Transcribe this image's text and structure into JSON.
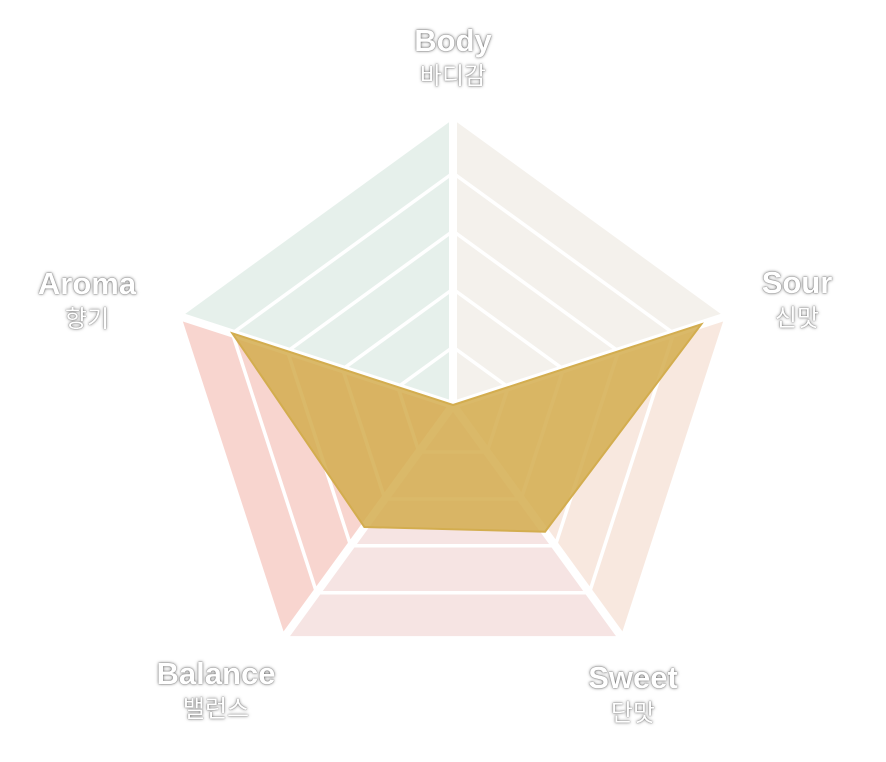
{
  "chart_data": {
    "type": "radar",
    "title": "",
    "axes": [
      {
        "key": "body",
        "label": "Body",
        "label_ko": "바디감",
        "sector_color": "#f4f1ec"
      },
      {
        "key": "sour",
        "label": "Sour",
        "label_ko": "신맛",
        "sector_color": "#f8e8df"
      },
      {
        "key": "sweet",
        "label": "Sweet",
        "label_ko": "단맛",
        "sector_color": "#f6e4e3"
      },
      {
        "key": "balance",
        "label": "Balance",
        "label_ko": "밸런스",
        "sector_color": "#f8d5cf"
      },
      {
        "key": "aroma",
        "label": "Aroma",
        "label_ko": "향기",
        "sector_color": "#e6f0eb"
      }
    ],
    "scale": {
      "min": 0,
      "max": 5,
      "levels": 5
    },
    "series": [
      {
        "values": [
          0,
          4.5,
          2.7,
          2.6,
          4
        ],
        "color": "#d3ad4f"
      }
    ],
    "grid": true,
    "legend": "none"
  }
}
